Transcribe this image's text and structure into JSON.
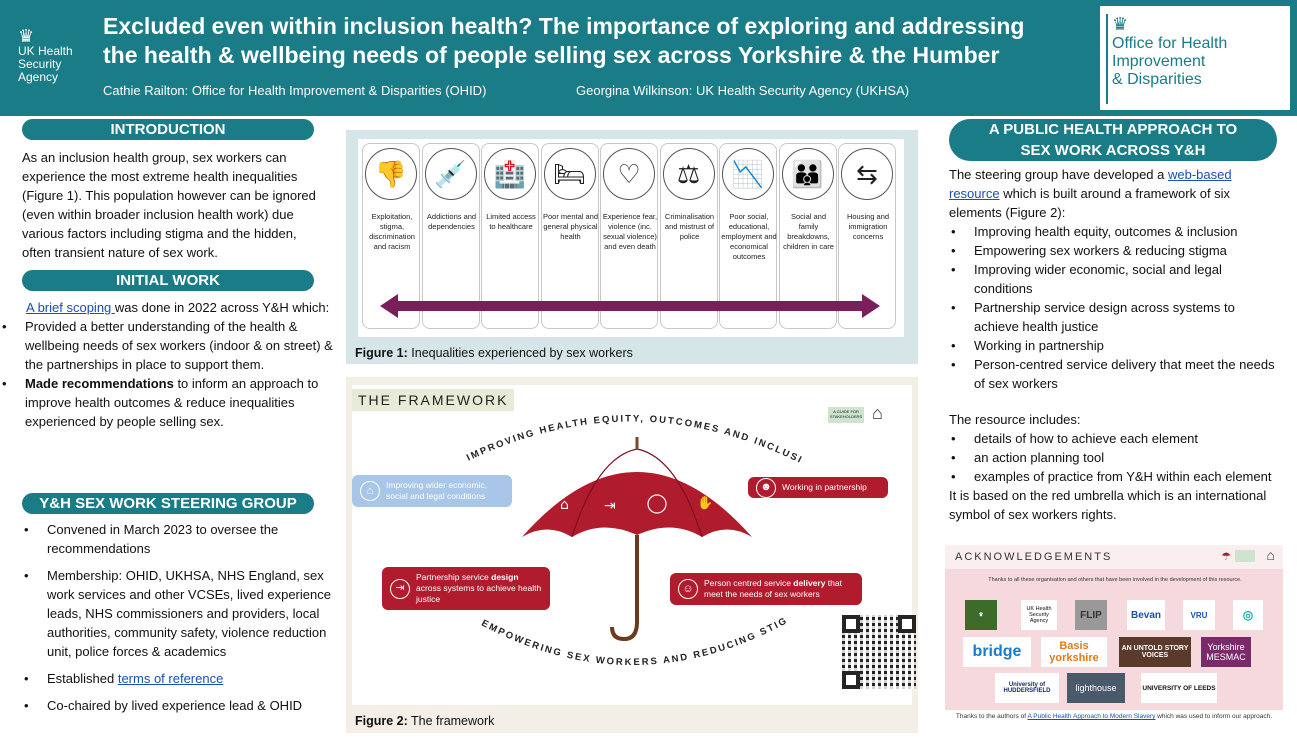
{
  "header": {
    "ukhsa_logo": [
      "UK Health",
      "Security",
      "Agency"
    ],
    "title_line1": "Excluded even within inclusion health? The importance of exploring and addressing",
    "title_line2": "the health & wellbeing needs of people selling sex across Yorkshire & the Humber",
    "author1": "Cathie Railton: Office for Health Improvement & Disparities (OHID)",
    "author2": "Georgina Wilkinson: UK Health Security Agency (UKHSA)",
    "ohid_logo": [
      "Office for Health",
      "Improvement",
      "& Disparities"
    ]
  },
  "introduction": {
    "heading": "INTRODUCTION",
    "text": "As an inclusion health group, sex workers can experience the most extreme health inequalities (Figure 1). This population however can be ignored (even within broader inclusion health work) due various factors including stigma and the hidden, often transient nature of sex work."
  },
  "initial_work": {
    "heading": "INITIAL WORK",
    "link_text": "A brief scoping ",
    "intro_rest": "was done in 2022 across Y&H which:",
    "bullet1": "Provided a better understanding of the health & wellbeing needs of sex workers (indoor & on street) & the partnerships in place to support them.",
    "bullet2_bold": "Made recommendations",
    "bullet2_rest": " to inform an approach to improve health outcomes & reduce inequalities experienced by people selling sex."
  },
  "steering_group": {
    "heading": "Y&H SEX WORK STEERING GROUP",
    "bullet1": "Convened in March 2023 to oversee the recommendations",
    "bullet2": "Membership: OHID, UKHSA, NHS England, sex work services and other VCSEs, lived experience leads, NHS commissioners and providers, local authorities, community safety, violence reduction unit, police forces & academics",
    "bullet3_pre": "Established ",
    "bullet3_link": "terms of reference",
    "bullet4": "Co-chaired by lived experience lead & OHID"
  },
  "figure1": {
    "cards": [
      {
        "icon": "thumbs-down-icon",
        "glyph": "👎",
        "label": "Exploitation, stigma, discrimination and racism"
      },
      {
        "icon": "syringe-icon",
        "glyph": "💉",
        "label": "Addictions and dependencies"
      },
      {
        "icon": "hospital-icon",
        "glyph": "🏥",
        "label": "Limited access to healthcare"
      },
      {
        "icon": "hospital-bed-icon",
        "glyph": "🛏",
        "label": "Poor mental and general physical health"
      },
      {
        "icon": "heartbeat-icon",
        "glyph": "♡",
        "label": "Experience fear, violence (inc. sexual violence) and even death"
      },
      {
        "icon": "gavel-icon",
        "glyph": "⚖",
        "label": "Criminalisation and mistrust of police"
      },
      {
        "icon": "declining-chart-icon",
        "glyph": "📉",
        "label": "Poor social, educational, employment and economical outcomes"
      },
      {
        "icon": "family-icon",
        "glyph": "👪",
        "label": "Social and family breakdowns, children in care"
      },
      {
        "icon": "signpost-icon",
        "glyph": "⇆",
        "label": "Housing and immigration concerns"
      }
    ],
    "caption_bold": "Figure 1:",
    "caption_text": " Inequalities experienced by sex workers"
  },
  "figure2": {
    "title": "THE FRAMEWORK",
    "arc_top": "IMPROVING HEALTH EQUITY, OUTCOMES AND INCLUSION",
    "arc_bottom": "EMPOWERING SEX WORKERS AND REDUCING STIGMA",
    "guide_tag": "A GUIDE FOR STAKEHOLDERS",
    "tag_economic": "Improving wider economic, social and legal conditions",
    "tag_partnership": "Working in partnership",
    "tag_design_pre": "Partnership service ",
    "tag_design_bold": "design",
    "tag_design_post": " across systems to achieve health justice",
    "tag_delivery_pre": "Person centred service ",
    "tag_delivery_bold": "delivery",
    "tag_delivery_post": " that meet the needs of sex workers",
    "caption_bold": "Figure 2:",
    "caption_text": " The framework"
  },
  "public_health": {
    "heading_line1": "A PUBLIC HEALTH APPROACH TO",
    "heading_line2": "SEX WORK ACROSS Y&H",
    "intro_pre": "The steering group have developed a ",
    "intro_link": "web-based resource",
    "intro_post": " which is built around a framework of six elements (Figure 2):",
    "elements": [
      "Improving health equity, outcomes & inclusion",
      "Empowering sex workers & reducing stigma",
      "Improving wider economic, social and legal conditions",
      "Partnership service design across systems to achieve health justice",
      "Working in partnership",
      "Person-centred service delivery that meet the needs of sex workers"
    ],
    "includes_heading": "The resource includes:",
    "includes": [
      "details of how to achieve each element",
      "an action planning tool",
      "examples of practice from Y&H within each element"
    ],
    "closing": "It is based on the red umbrella which is an international symbol of sex workers rights."
  },
  "acknowledgements": {
    "heading": "ACKNOWLEDGEMENTS",
    "thanks": "Thanks to all these organisation and others that have been involved in the development of this resource.",
    "logos": [
      "UK Health Security Agency",
      "FLIP",
      "Bevan",
      "VRU",
      "bridge",
      "Basis yorkshire",
      "AN UNTOLD STORY VOICES",
      "Yorkshire MESMAC",
      "University of HUDDERSFIELD",
      "lighthouse",
      "UNIVERSITY OF LEEDS"
    ],
    "footer_pre": "Thanks to the authors of ",
    "footer_link": "A Public Health Approach to Modern Slavery",
    "footer_post": " which was used to inform our approach."
  },
  "colors": {
    "teal": "#1a7c86",
    "umbrella_red": "#b01c2e",
    "arrow_purple": "#7b1f5b",
    "light_blue_tag": "#a8c6e8"
  }
}
